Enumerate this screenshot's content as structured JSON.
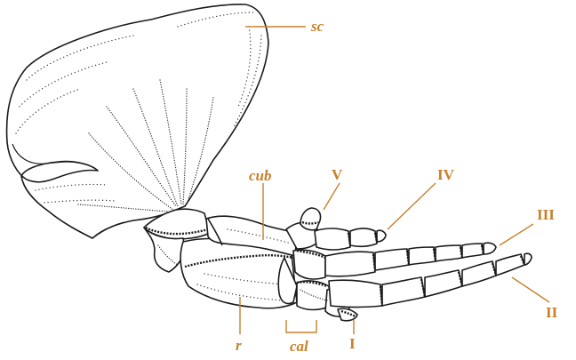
{
  "figure": {
    "label_color": "#c8802a",
    "line_color": "#1a1a1a",
    "labels": {
      "sc": "sc",
      "cub": "cub",
      "r": "r",
      "cal": "cal",
      "digit_I": "I",
      "digit_II": "II",
      "digit_III": "III",
      "digit_IV": "IV",
      "digit_V": "V"
    }
  }
}
